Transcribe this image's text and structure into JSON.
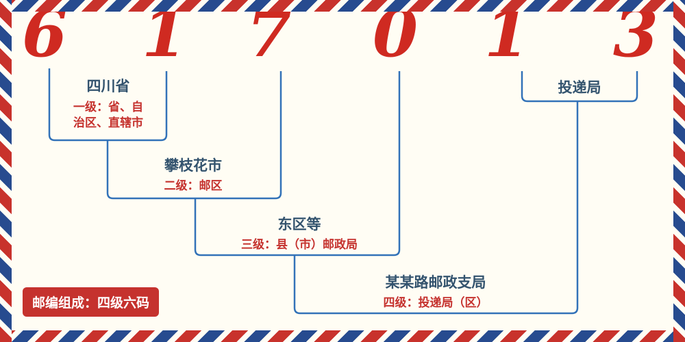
{
  "postal_code": {
    "digits": [
      "6",
      "1",
      "7",
      "0",
      "1",
      "3"
    ]
  },
  "levels": [
    {
      "name": "四川省",
      "desc_lines": [
        "一级：省、自",
        "治区、直辖市"
      ]
    },
    {
      "name": "攀枝花市",
      "desc": "二级：邮区"
    },
    {
      "name": "东区等",
      "desc": "三级：县（市）邮政局"
    },
    {
      "name": "某某路邮政支局",
      "desc": "四级：投递局（区）"
    }
  ],
  "delivery_office": {
    "label": "投递局"
  },
  "footer": {
    "badge": "邮编组成：四级六码"
  },
  "colors": {
    "digit_red": "#cf2a21",
    "line_blue": "#3272b8",
    "name_navy": "#33536e",
    "desc_red": "#c5322e",
    "badge_bg": "#c5322e",
    "badge_text": "#ffffff",
    "stripe_red": "#c8322c",
    "stripe_blue": "#274b8f",
    "background": "#fffdf4"
  }
}
